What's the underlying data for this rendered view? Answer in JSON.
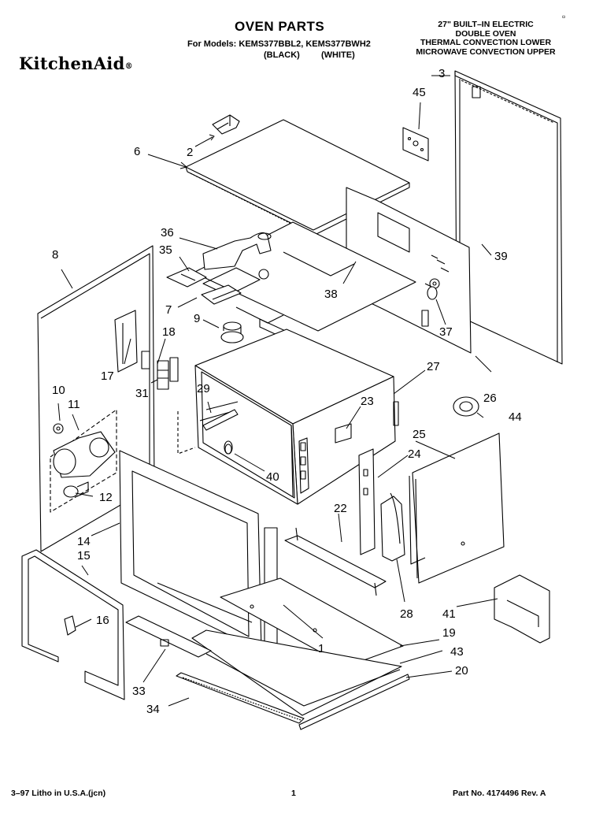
{
  "header": {
    "title": "OVEN PARTS",
    "models_line": "For Models: KEMS377BBL2, KEMS377BWH2",
    "color_black": "(BLACK)",
    "color_white": "(WHITE)",
    "product_lines": [
      "27\" BUILT–IN ELECTRIC",
      "DOUBLE OVEN",
      "THERMAL CONVECTION LOWER",
      "MICROWAVE CONVECTION UPPER"
    ],
    "brand": "KitchenAid",
    "brand_mark": "®"
  },
  "footer": {
    "left": "3–97 Litho in U.S.A.(jcn)",
    "center": "1",
    "right": "Part No. 4174496 Rev. A"
  },
  "parts": [
    "1",
    "2",
    "3",
    "6",
    "7",
    "8",
    "9",
    "10",
    "11",
    "12",
    "14",
    "15",
    "16",
    "17",
    "18",
    "19",
    "20",
    "22",
    "23",
    "24",
    "25",
    "26",
    "27",
    "28",
    "29",
    "31",
    "33",
    "34",
    "35",
    "36",
    "37",
    "38",
    "39",
    "40",
    "41",
    "43",
    "44",
    "45"
  ]
}
